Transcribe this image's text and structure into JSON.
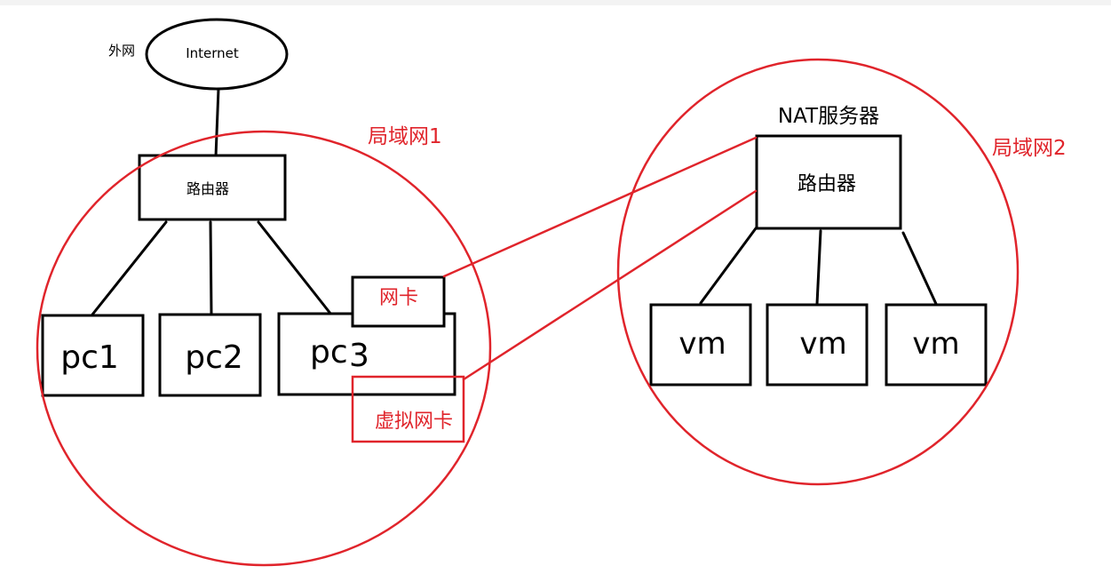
{
  "colors": {
    "ink": "#000000",
    "accent_red": "#e0242b",
    "background": "#ffffff"
  },
  "labels": {
    "outer_network": "外网",
    "internet": "Internet",
    "lan1": "局域网1",
    "lan2": "局域网2",
    "nat_server": "NAT服务器",
    "router_left": "路由器",
    "router_right": "路由器",
    "pc1": "pc1",
    "pc2": "pc2",
    "pc3_prefix": "pc",
    "pc3_suffix": "3",
    "nic": "网卡",
    "virtual_nic": "虚拟网卡",
    "vm1": "vm",
    "vm2": "vm",
    "vm3": "vm"
  }
}
